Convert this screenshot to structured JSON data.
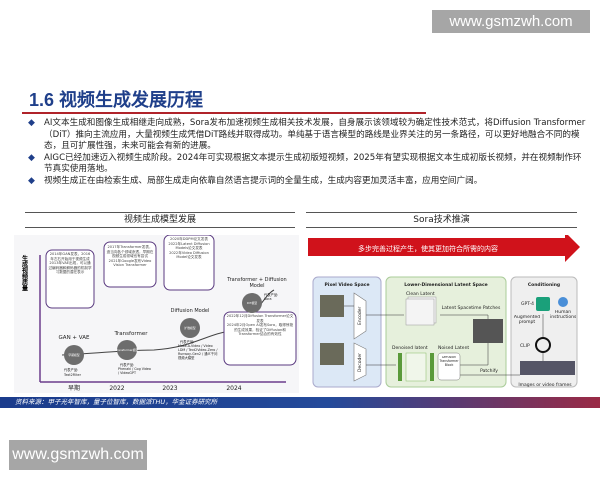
{
  "watermark_top": "www.gsmzwh.com",
  "watermark_bottom": "www.gsmzwh.com",
  "title": "1.6 视频生成发展历程",
  "bullets": [
    "AI文本生成和图像生成相继走向成熟，Sora发布加速视频生成相关技术发展，自身展示该领域较为确定性技术范式，将Diffusion Transformer（DiT）推向主流应用，大量视频生成凭借DiT路线并取得成功。单纯基于语言模型的路线是业界关注的另一条路径，可以更好地融合不同的模态，且可扩展性强，未来可能会有新的进展。",
    "AIGC已经加速迈入视频生成阶段。2024年可实现根据文本提示生成初版短视频，2025年有望实现根据文本生成初版长视频，并在视频制作环节真实使用落地。",
    "视频生成正在由检索生成、局部生成走向依靠自然语言提示词的全量生成，生成内容更加灵活丰富，应用空间广阔。"
  ],
  "left_panel": {
    "heading": "视频生成模型发展",
    "y_axis": "生成视频质量",
    "x_ticks": [
      "早期",
      "2022",
      "2023",
      "2024"
    ],
    "stages": [
      {
        "name": "GAN + VAE",
        "node": "早期模型",
        "rep_label": "代表产品:",
        "products": "Text2Filter",
        "box": [
          "2014年GAN发表，2016年左右开始用于视频生成",
          "2013年VAE出现，可以通过编码器和解码器的机制学习数据的潜在表示"
        ]
      },
      {
        "name": "Transformer",
        "node": "Transformer模型",
        "rep_label": "代表产品:",
        "products": "Phenaki / Cog Video / VideoGPT",
        "box": [
          "2017年Transformer发表，逐当向各个领域渗透，早期在视频生成领域也有尝试",
          "2021年Google发布Video Vision Transformer"
        ]
      },
      {
        "name": "Diffusion Model",
        "node": "扩散模型",
        "rep_label": "代表产品:",
        "products": "Make-A-Video / Video LDM / Text2Video-Zero / Runway-Gen2 / 通义千问视频大模型",
        "box": [
          "2020年DDPM论文发表",
          "2022年Latent Diffusion Models论文发表",
          "2022年Video Diffusion Model论文发表"
        ]
      },
      {
        "name": "Transformer + Diffusion Model",
        "node": "DiT模型",
        "rep_label": "代表产品:",
        "products": "Sora",
        "box": [
          "2022年12月Diffusion Transformer论文发表",
          "2024年2月Open AI发布Sora，取得惊艳的生成效果，验证了Diffusion和Transformer结合的有效性"
        ]
      }
    ]
  },
  "right_panel": {
    "heading": "Sora技术推演",
    "arrow_text": "多步完善过程产生，使其更加符合所需的内容",
    "pixel_space": "Pixel Video Space",
    "encoder": "Encoder",
    "decoder": "Decoder",
    "latent_space": "Lower-Dimensional Latent Space",
    "clean_latent": "Clean Latent",
    "spacetime_patches": "Latent Spacetime Patches",
    "patchify": "Patchify",
    "denoised": "Denoised latent",
    "noised": "Noised Latent",
    "dit_block": "Diffusion Transformer Block",
    "conditioning": "Conditioning",
    "gpt4": "GPT-4",
    "human": "Human instructions",
    "augmented": "Augmented prompt",
    "clip": "CLIP",
    "frames": "Images or video frames",
    "accent": "#d0121b"
  },
  "footer": "资料来源：甲子光年智库，量子位智库，数据派THU，华金证券研究所",
  "colors": {
    "title": "#1f3f8a",
    "rule": "#b0232a",
    "footer_start": "#1b3c8c",
    "footer_end": "#9a2a45"
  }
}
